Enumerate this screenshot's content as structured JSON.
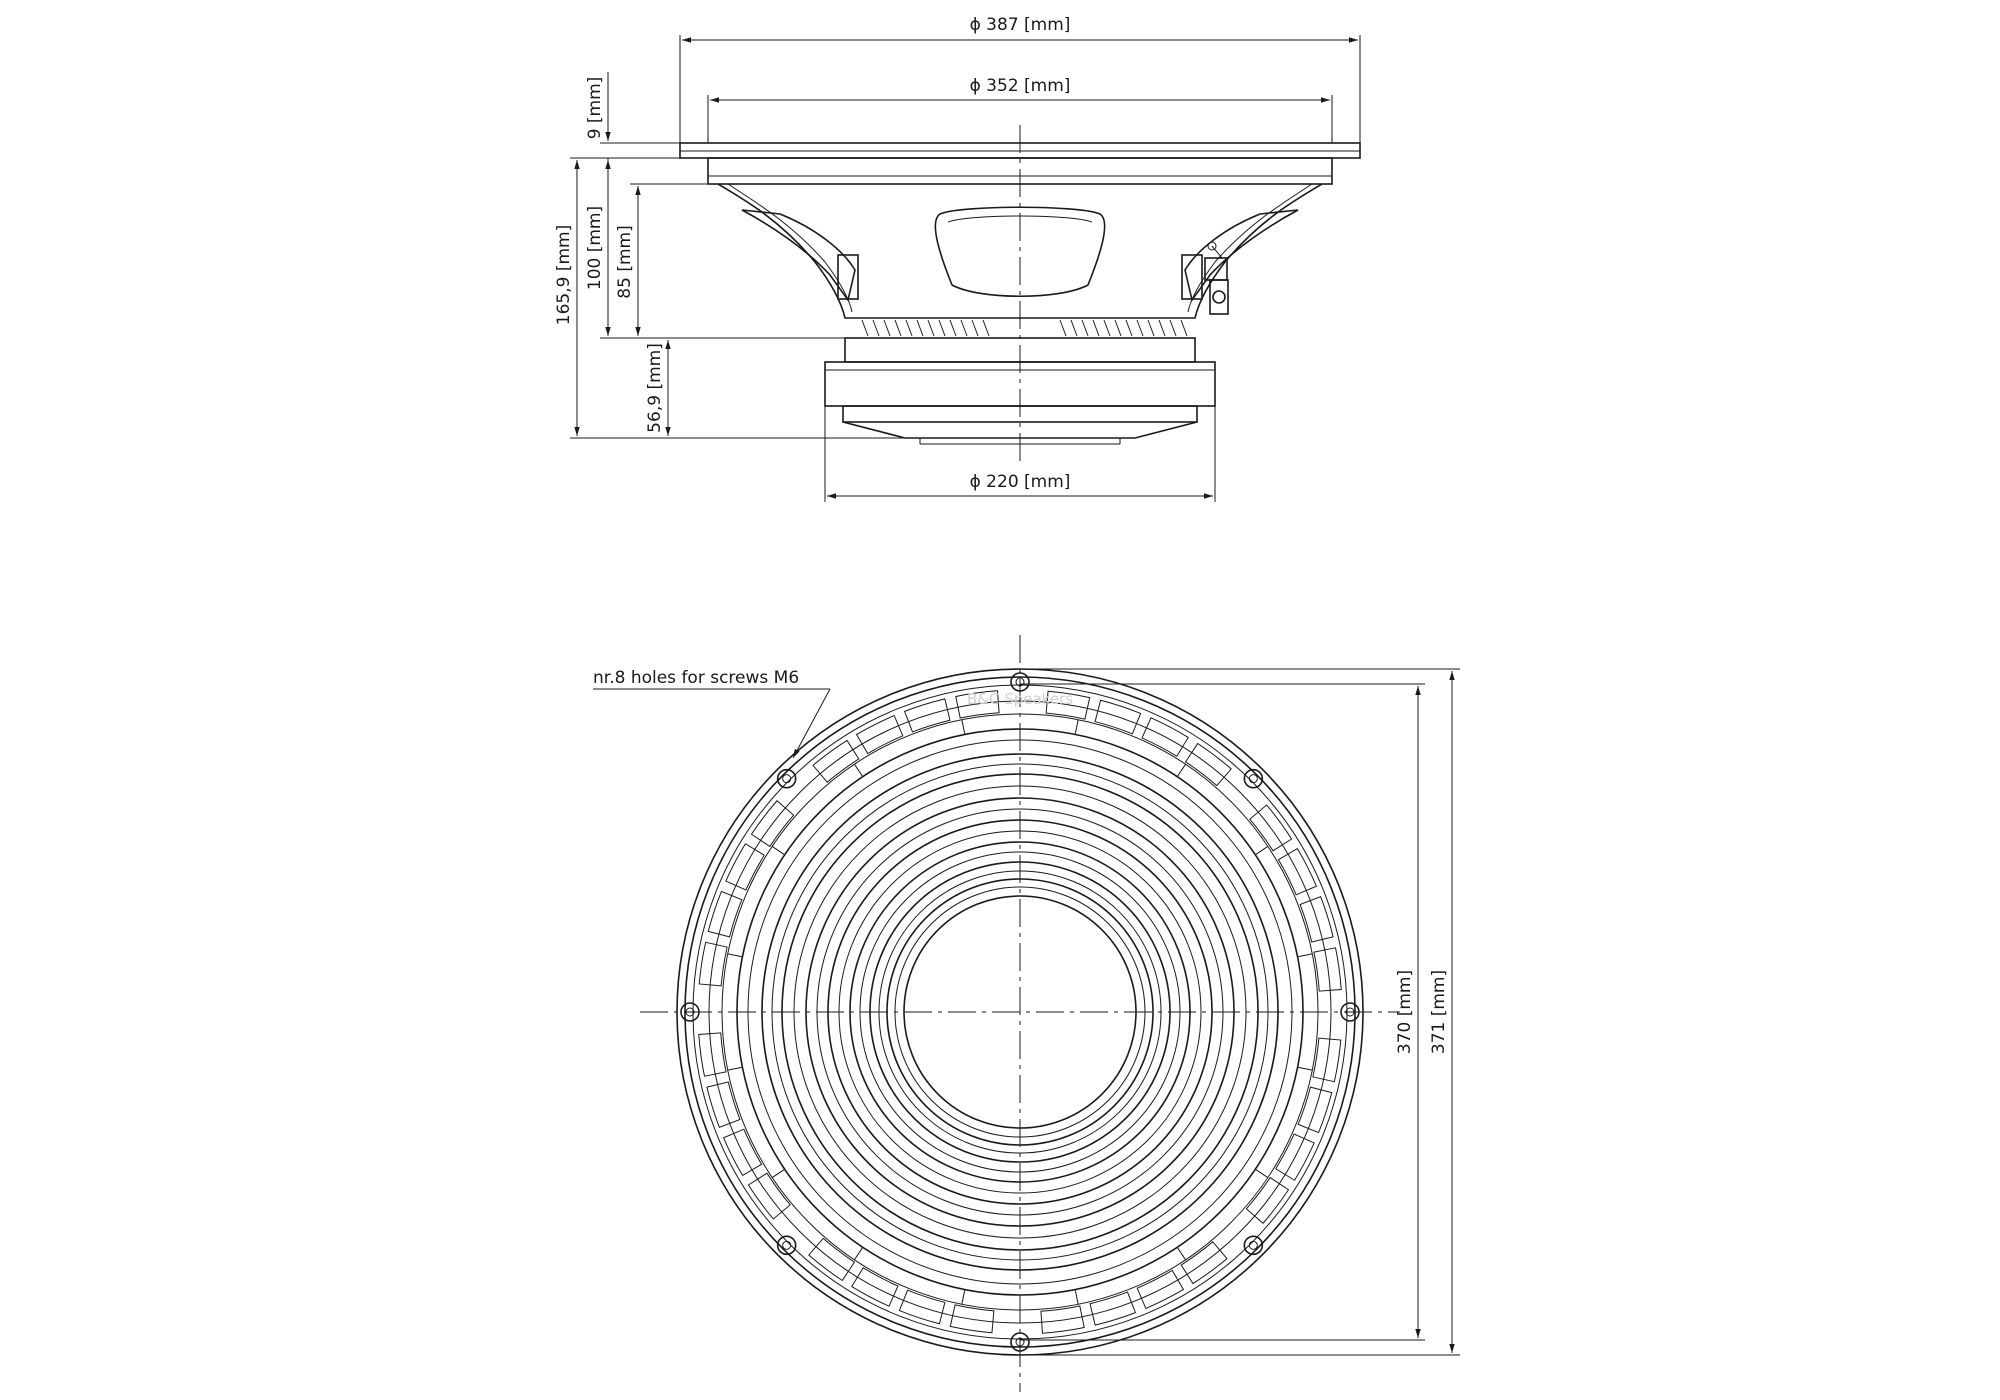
{
  "front_view": {
    "dim_outer_diameter": "ϕ 387 [mm]",
    "dim_baffle_cutout": "ϕ 352 [mm]",
    "dim_magnet_diameter": "ϕ 220 [mm]",
    "dim_flange_thickness": "9 [mm]",
    "dim_basket_height": "100 [mm]",
    "dim_cone_depth": "85 [mm]",
    "dim_magnet_height": "56,9 [mm]",
    "dim_total_depth": "165,9 [mm]"
  },
  "top_view": {
    "holes_callout": "nr.8 holes for screws M6",
    "dim_hole_spacing": "370 [mm]",
    "dim_frame_size": "371 [mm]",
    "watermark": "B&C Speakers",
    "screw_hole_count": 8
  }
}
